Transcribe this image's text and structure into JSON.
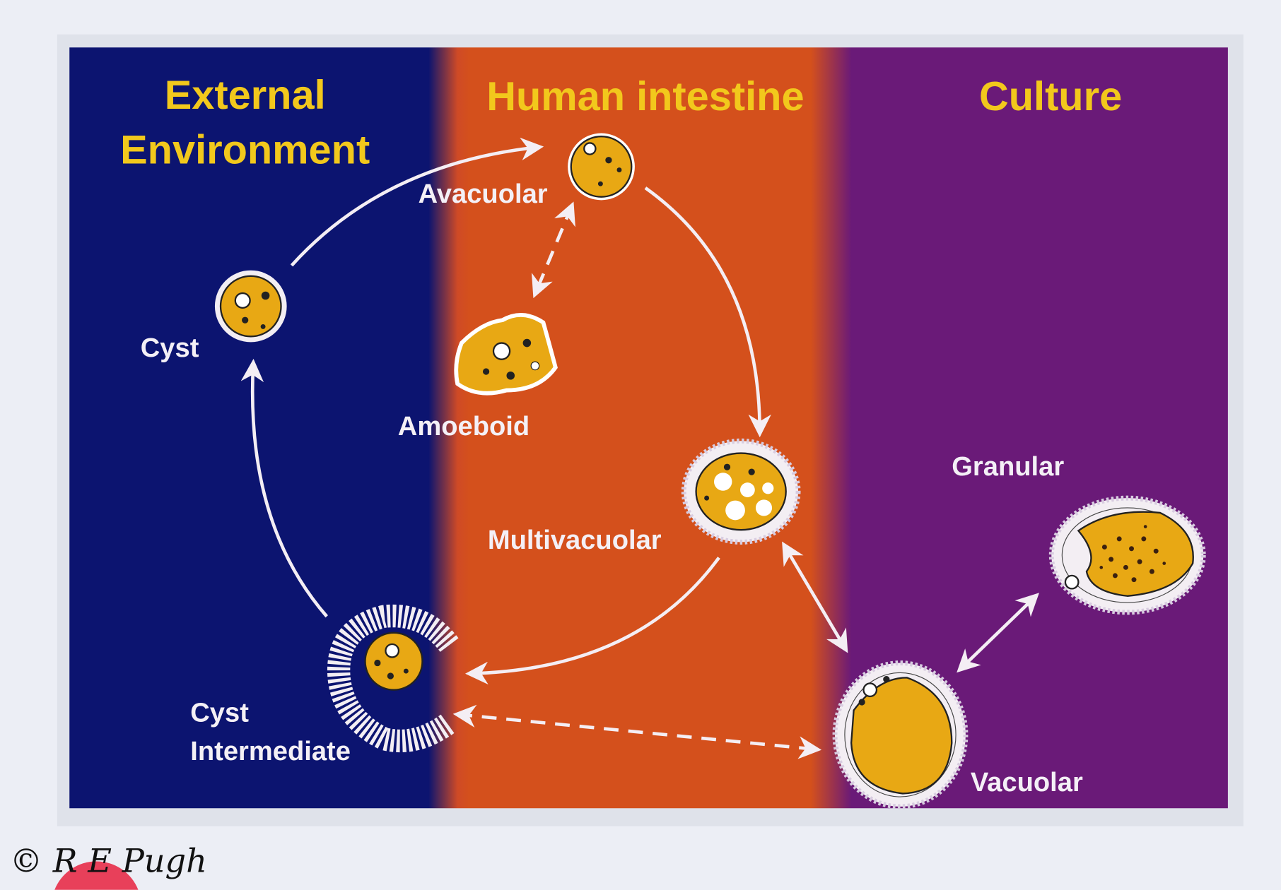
{
  "regions": {
    "external": {
      "title_line1": "External",
      "title_line2": "Environment",
      "color": "#0c1470"
    },
    "intestine": {
      "title": "Human intestine",
      "color": "#d4501c"
    },
    "culture": {
      "title": "Culture",
      "color": "#6a1a78"
    }
  },
  "stages": {
    "avacuolar": "Avacuolar",
    "cyst": "Cyst",
    "amoeboid": "Amoeboid",
    "multivacuolar": "Multivacuolar",
    "cyst_intermediate_line1": "Cyst",
    "cyst_intermediate_line2": "Intermediate",
    "granular": "Granular",
    "vacuolar": "Vacuolar"
  },
  "copyright": "© R E Pugh"
}
